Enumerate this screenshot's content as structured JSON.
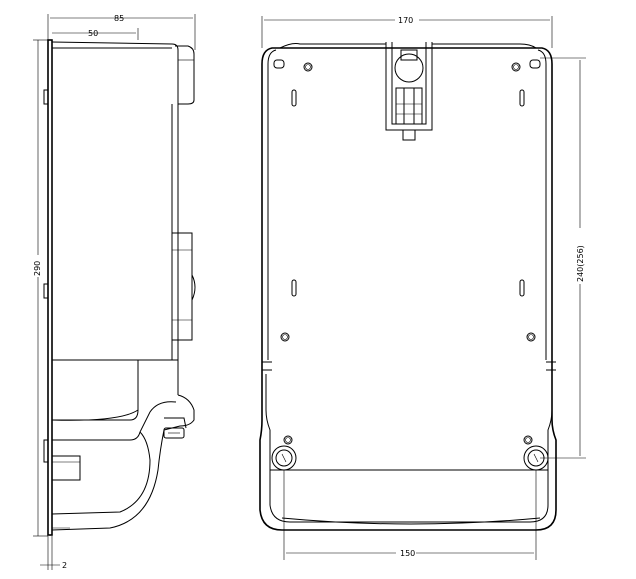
{
  "drawing": {
    "side_view": {
      "dim_depth_total": "85",
      "dim_depth_inner": "50",
      "dim_height": "290",
      "dim_bottom_offset": "2"
    },
    "front_view": {
      "dim_width_top": "170",
      "dim_mount_height": "240(256)",
      "dim_bottom_holes": "150"
    }
  }
}
